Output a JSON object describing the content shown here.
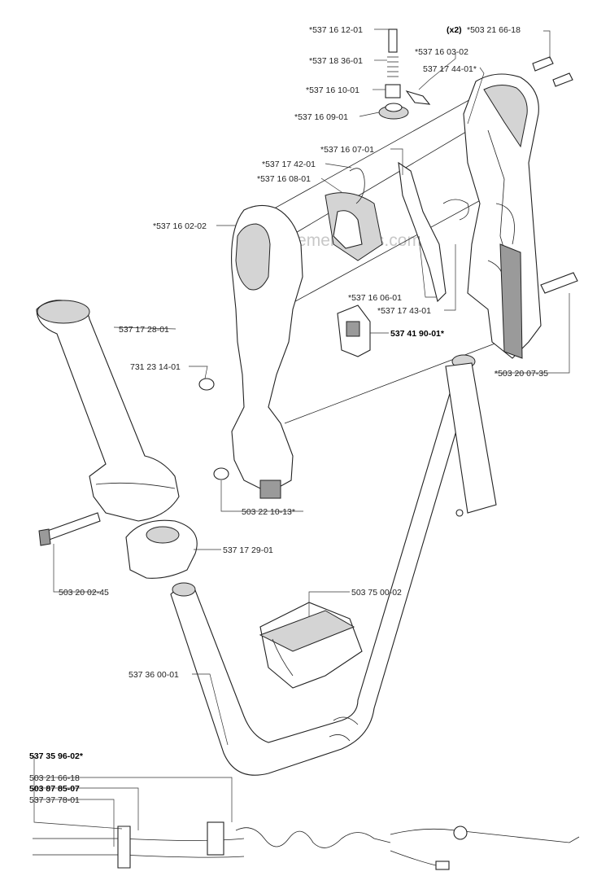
{
  "watermark": "eReplacementParts.com",
  "labels": {
    "p_5371612": "*537 16 12-01",
    "x2": "(x2)",
    "p_5032166": "*503 21 66-18",
    "p_5371836": "*537 18 36-01",
    "p_5371603": "*537 16 03-02",
    "p_5371744": "537 17 44-01*",
    "p_5371610": "*537 16 10-01",
    "p_5371609": "*537 16 09-01",
    "p_5371607": "*537 16 07-01",
    "p_5371742": "*537 17 42-01",
    "p_5371608": "*537 16 08-01",
    "p_5371602": "*537 16 02-02",
    "p_5371728": "537 17 28-01",
    "p_5371606": "*537 16 06-01",
    "p_5371743": "*537 17 43-01",
    "p_5374190": "537 41 90-01*",
    "p_7312314": "731 23 14-01",
    "p_5032007": "*503 20 07-35",
    "p_5032210": "503 22 10-13*",
    "p_5371729": "537 17 29-01",
    "p_5032002": "503 20 02-45",
    "p_5037500": "503 75 00-02",
    "p_5373600": "537 36 00-01",
    "p_5373596": "537 35 96-02*",
    "p_5032166b": "503 21 66-18",
    "p_5038785": "503 87 85-07",
    "p_5373778": "537 37 78-01"
  }
}
